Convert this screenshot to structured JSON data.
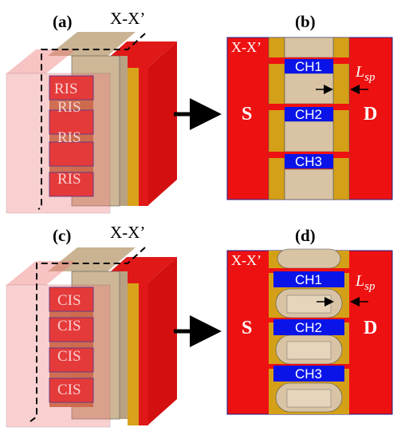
{
  "panels": {
    "a": {
      "label": "(a)",
      "cut_label": "X-X’",
      "layers": [
        "RIS",
        "RIS",
        "RIS",
        "RIS"
      ]
    },
    "b": {
      "label": "(b)",
      "section_label": "X-X’",
      "source": "S",
      "drain": "D",
      "channels": [
        "CH1",
        "CH2",
        "CH3"
      ],
      "spacer_symbol": "L",
      "spacer_subscript": "sp"
    },
    "c": {
      "label": "(c)",
      "cut_label": "X-X’",
      "layers": [
        "CIS",
        "CIS",
        "CIS",
        "CIS"
      ]
    },
    "d": {
      "label": "(d)",
      "section_label": "X-X’",
      "source": "S",
      "drain": "D",
      "channels": [
        "CH1",
        "CH2",
        "CH3"
      ],
      "spacer_symbol": "L",
      "spacer_subscript": "sp"
    }
  },
  "colors": {
    "source_drain": "#ee1111",
    "channel": "#0a14e8",
    "spacer": "#d4a017",
    "gate": "#d8c3a5",
    "outline": "#1a1a8a",
    "translucent_source": "#f07a7a"
  }
}
